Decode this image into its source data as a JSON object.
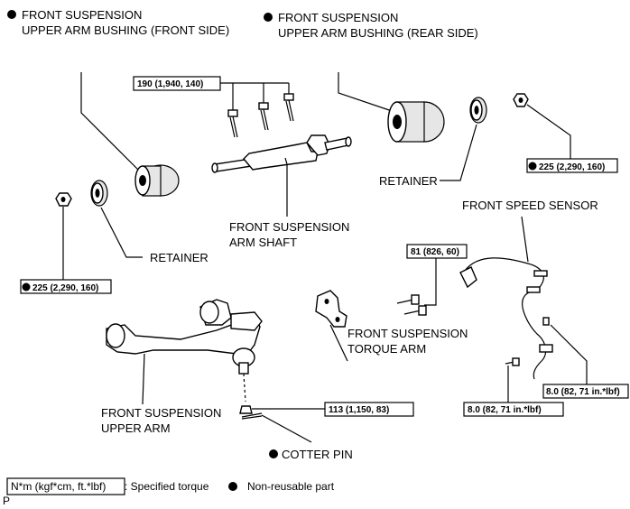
{
  "labels": {
    "bushing_front_l1": "FRONT SUSPENSION",
    "bushing_front_l2": "UPPER ARM BUSHING (FRONT SIDE)",
    "bushing_rear_l1": "FRONT SUSPENSION",
    "bushing_rear_l2": "UPPER ARM BUSHING (REAR SIDE)",
    "retainer_right": "RETAINER",
    "retainer_left": "RETAINER",
    "arm_shaft_l1": "FRONT SUSPENSION",
    "arm_shaft_l2": "ARM SHAFT",
    "speed_sensor": "FRONT SPEED SENSOR",
    "torque_arm_l1": "FRONT SUSPENSION",
    "torque_arm_l2": "TORQUE ARM",
    "upper_arm_l1": "FRONT SUSPENSION",
    "upper_arm_l2": "UPPER ARM",
    "cotter_pin": "COTTER PIN"
  },
  "torques": {
    "shaft_bolts": "190 (1,940, 140)",
    "nut_right": "225 (2,290, 160)",
    "nut_left": "225 (2,290, 160)",
    "torque_arm_bolts": "81 (826, 60)",
    "castle_nut": "113 (1,150, 83)",
    "sensor_bolt_upper": "8.0 (82, 71 in.*lbf)",
    "sensor_bolt_lower": "8.0 (82, 71 in.*lbf)"
  },
  "legend": {
    "torque_box": "N*m (kgf*cm, ft.*lbf)",
    "torque_text": ": Specified torque",
    "nonreusable_text": "Non-reusable part"
  },
  "corner_letter": "P"
}
